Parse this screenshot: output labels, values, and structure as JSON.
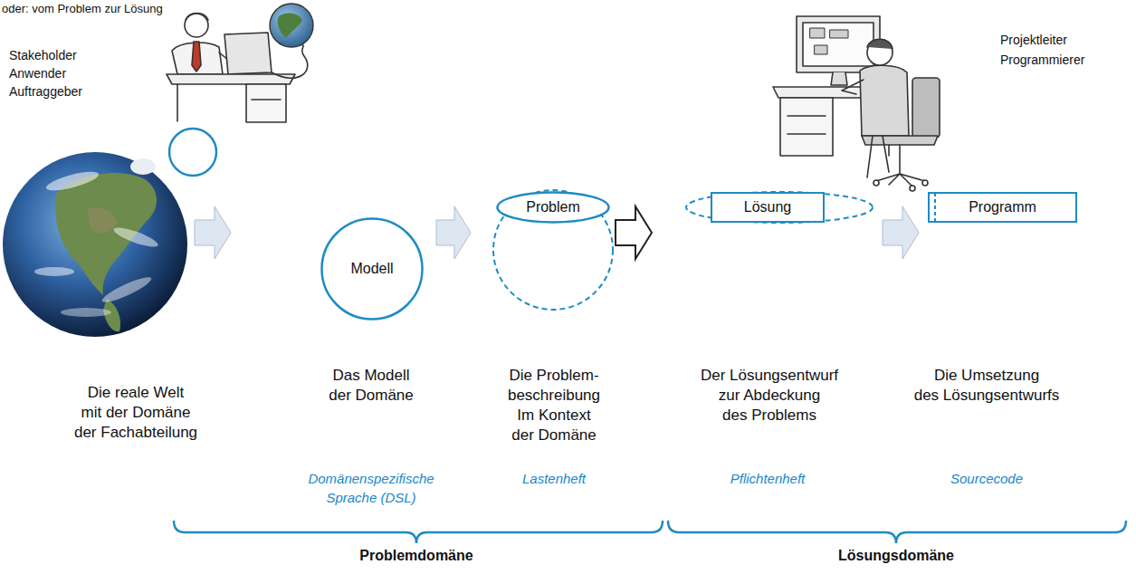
{
  "diagram": {
    "nodes": [
      {
        "text": [
          "Modell"
        ]
      },
      {
        "text": [
          "Problem"
        ]
      },
      {
        "text": [
          "Lösung"
        ]
      },
      {
        "text": [
          "Programm"
        ]
      }
    ],
    "edges": [
      {
        "from": 0,
        "to": 1,
        "arrow": "to"
      },
      {
        "from": 1,
        "to": 2,
        "arrow": "to"
      },
      {
        "from": 2,
        "to": 3,
        "arrow": "to"
      }
    ],
    "labels": [
      "oder: vom Problem zur Lösung",
      "Stakeholder",
      "Anwender",
      "Auftraggeber",
      "Projektleiter",
      "Programmierer",
      "Die reale Welt mit der Domäne der Fachabteilung",
      "Das Modell der Domäne",
      "Die Problem- beschreibung Im Kontext der Domäne",
      "Der Lösungsentwurf zur Abdeckung des Problems",
      "Die Umsetzung des Lösungsentwurfs",
      "Domänenspezifische Sprache (DSL)",
      "Lastenheft",
      "Pflichtenheft",
      "Sourcecode",
      "Problemdomäne",
      "Lösungsdomäne"
    ]
  }
}
